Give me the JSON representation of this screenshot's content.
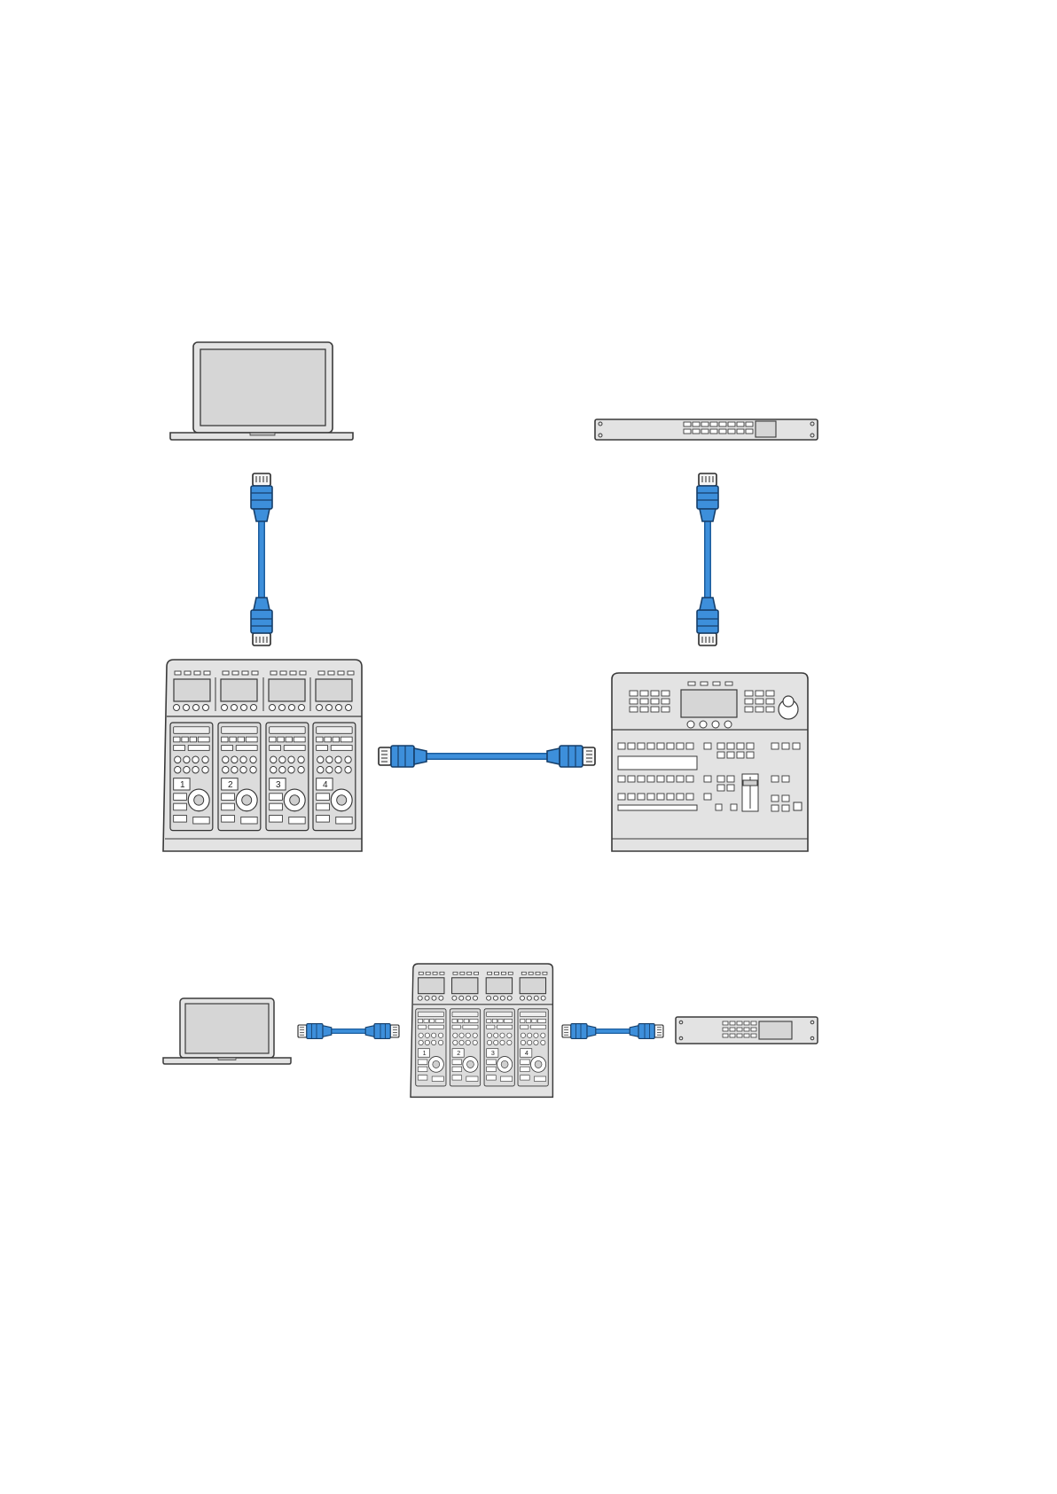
{
  "diagram": {
    "colors": {
      "device_fill": "#e3e3e3",
      "device_stroke": "#3a3a3a",
      "screen_fill": "#d6d6d6",
      "cable_blue": "#3d8fdb",
      "cable_dark": "#1d5e9e",
      "background": "#ffffff"
    },
    "setups": [
      {
        "id": "setup-1",
        "devices": [
          "laptop-icon",
          "switcher-processing-unit-icon",
          "camera-control-panel-icon",
          "switcher-panel-icon"
        ],
        "connections": [
          {
            "from": "laptop-icon",
            "to": "camera-control-panel-icon",
            "cable": "ethernet-cable-icon"
          },
          {
            "from": "switcher-processing-unit-icon",
            "to": "switcher-panel-icon",
            "cable": "ethernet-cable-icon"
          },
          {
            "from": "camera-control-panel-icon",
            "to": "switcher-panel-icon",
            "cable": "ethernet-cable-icon"
          }
        ],
        "panel_channel_numbers": [
          "1",
          "2",
          "3",
          "4"
        ]
      },
      {
        "id": "setup-2",
        "devices": [
          "laptop-icon",
          "camera-control-panel-icon",
          "switcher-unit-icon"
        ],
        "connections": [
          {
            "from": "laptop-icon",
            "to": "camera-control-panel-icon",
            "cable": "ethernet-cable-icon"
          },
          {
            "from": "camera-control-panel-icon",
            "to": "switcher-unit-icon",
            "cable": "ethernet-cable-icon"
          }
        ],
        "panel_channel_numbers": [
          "1",
          "2",
          "3",
          "4"
        ]
      }
    ]
  }
}
